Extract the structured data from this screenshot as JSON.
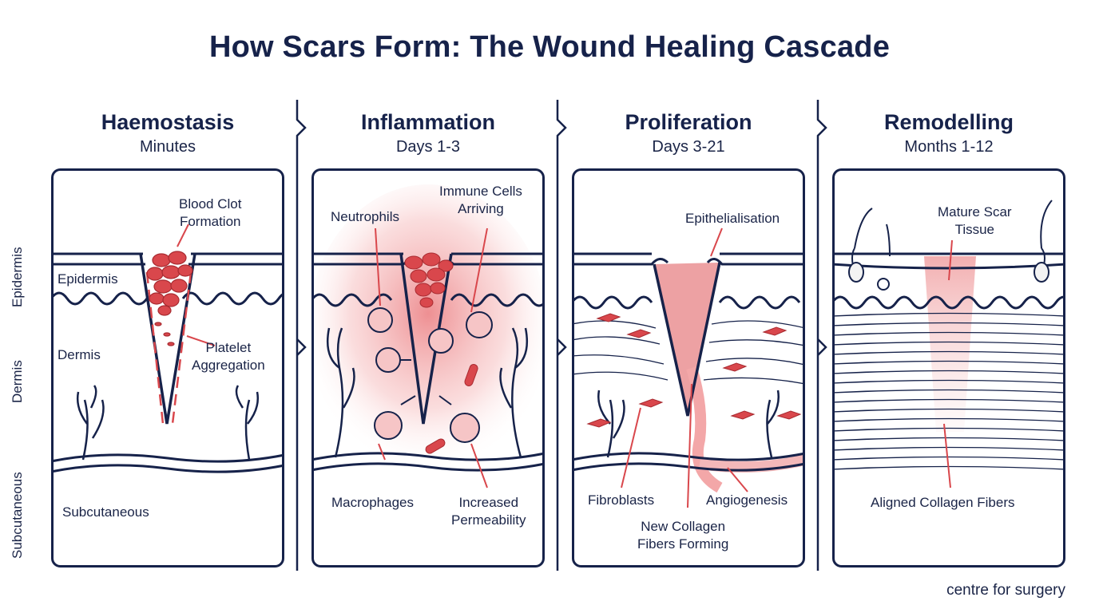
{
  "title": "How Scars Form: The Wound Healing Cascade",
  "side_labels": [
    "Epidermis",
    "Dermis",
    "Subcutaneous"
  ],
  "stages": [
    {
      "name": "Haemostasis",
      "time": "Minutes",
      "labels": {
        "epidermis": "Epidermis",
        "dermis": "Dermis",
        "subcutaneous": "Subcutaneous",
        "clot": "Blood Clot\nFormation",
        "platelet": "Platelet\nAggregation"
      }
    },
    {
      "name": "Inflammation",
      "time": "Days 1-3",
      "labels": {
        "neutrophils": "Neutrophils",
        "immune": "Immune Cells\nArriving",
        "macrophages": "Macrophages",
        "permeability": "Increased\nPermeability"
      }
    },
    {
      "name": "Proliferation",
      "time": "Days 3-21",
      "labels": {
        "epithelialisation": "Epithelialisation",
        "fibroblasts": "Fibroblasts",
        "angiogenesis": "Angiogenesis",
        "collagen": "New Collagen\nFibers Forming"
      }
    },
    {
      "name": "Remodelling",
      "time": "Months 1-12",
      "labels": {
        "mature": "Mature Scar\nTissue",
        "aligned": "Aligned Collagen Fibers"
      }
    }
  ],
  "credit": "centre for surgery",
  "colors": {
    "navy": "#16224a",
    "red": "#d9474c",
    "pink": "#f3b8b9",
    "light_pink": "#fbe2e2"
  }
}
